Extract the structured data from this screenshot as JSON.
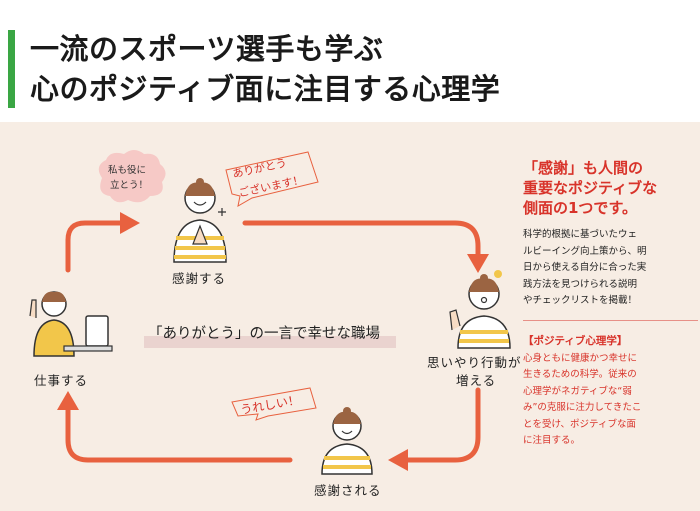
{
  "header": {
    "title_line1": "一流のスポーツ選手も学ぶ",
    "title_line2": "心のポジティブ面に注目する心理学"
  },
  "colors": {
    "accent_green": "#3aa644",
    "accent_red": "#d8332a",
    "arrow_orange": "#e8613f",
    "panel_bg": "#f7ede4"
  },
  "diagram": {
    "node_top": "感謝する",
    "node_right_line1": "思いやり行動が",
    "node_right_line2": "増える",
    "node_bottom": "感謝される",
    "node_left": "仕事する",
    "center_caption": "「ありがとう」の一言で幸せな職場",
    "bubble_line1": "私も役に",
    "bubble_line2": "立とう！",
    "speech_top_line1": "ありがとう",
    "speech_top_line2": "ございます！",
    "speech_bottom": "うれしい！"
  },
  "sidebar": {
    "heading_line1": "「感謝」も人間の",
    "heading_line2": "重要なポジティブな",
    "heading_line3": "側面の1つです。",
    "body_lines": [
      "科学的根拠に基づいたウェ",
      "ルビーイング向上策から、明",
      "日から使える自分に合った実",
      "践方法を見つけられる説明",
      "やチェックリストを掲載！"
    ],
    "subheading": "【ポジティブ心理学】",
    "body2_lines": [
      "心身ともに健康かつ幸せに",
      "生きるための科学。従来の",
      "心理学がネガティブな“弱",
      "み”の克服に注力してきたこ",
      "とを受け、ポジティブな面",
      "に注目する。"
    ]
  }
}
